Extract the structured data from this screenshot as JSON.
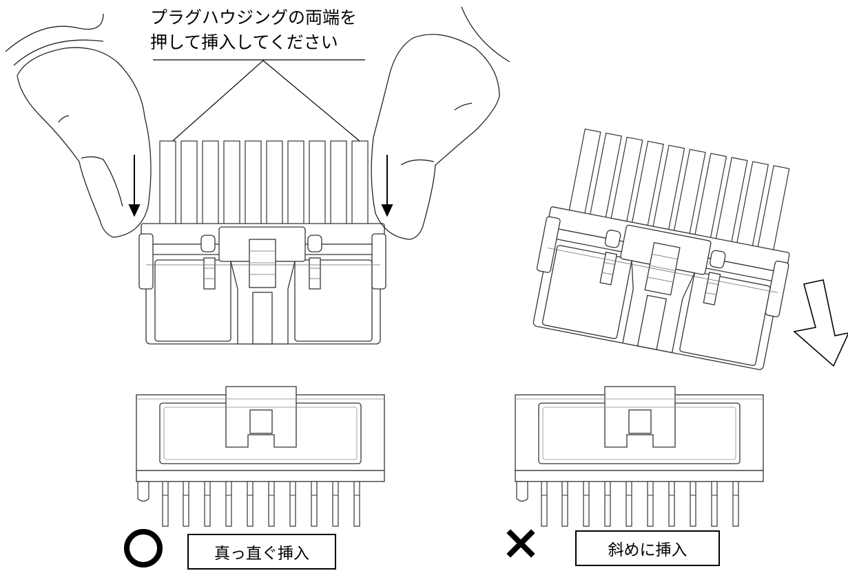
{
  "instruction": {
    "line1": "プラグハウジングの両端を",
    "line2": "押して挿入してください"
  },
  "correct": {
    "mark": "○",
    "label": "真っ直ぐ挿入"
  },
  "incorrect": {
    "mark": "✕",
    "label": "斜めに挿入"
  },
  "colors": {
    "line": "#000000",
    "part_line": "#333333",
    "background": "#ffffff"
  }
}
